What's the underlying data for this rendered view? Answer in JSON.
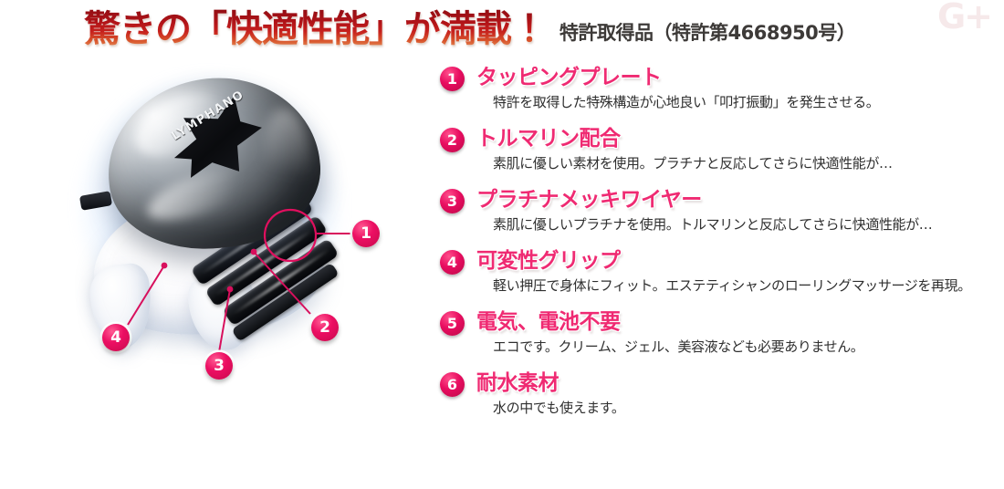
{
  "page": {
    "headline": "驚きの「快適性能」が満載！",
    "patent_note": "特許取得品（特許第4668950号）",
    "watermark": "G+",
    "accent_pink": "#ef2a72",
    "accent_badge": "#e80d60",
    "headline_red": "#b01318",
    "background": "#ffffff"
  },
  "product": {
    "brand": "LYMPHANO",
    "callouts": [
      {
        "number": "1",
        "target": "tapping-plate"
      },
      {
        "number": "2",
        "target": "platinum-wire"
      },
      {
        "number": "3",
        "target": "plate-edge"
      },
      {
        "number": "4",
        "target": "flexible-grip"
      }
    ]
  },
  "features": [
    {
      "number": "1",
      "title": "タッピングプレート",
      "description": "特許を取得した特殊構造が心地良い「叩打振動」を発生させる。"
    },
    {
      "number": "2",
      "title": "トルマリン配合",
      "description": "素肌に優しい素材を使用。プラチナと反応してさらに快適性能が…"
    },
    {
      "number": "3",
      "title": "プラチナメッキワイヤー",
      "description": "素肌に優しいプラチナを使用。トルマリンと反応してさらに快適性能が…"
    },
    {
      "number": "4",
      "title": "可変性グリップ",
      "description": "軽い押圧で身体にフィット。エステティシャンのローリングマッサージを再現。"
    },
    {
      "number": "5",
      "title": "電気、電池不要",
      "description": "エコです。クリーム、ジェル、美容液なども必要ありません。"
    },
    {
      "number": "6",
      "title": "耐水素材",
      "description": "水の中でも使えます。"
    }
  ]
}
